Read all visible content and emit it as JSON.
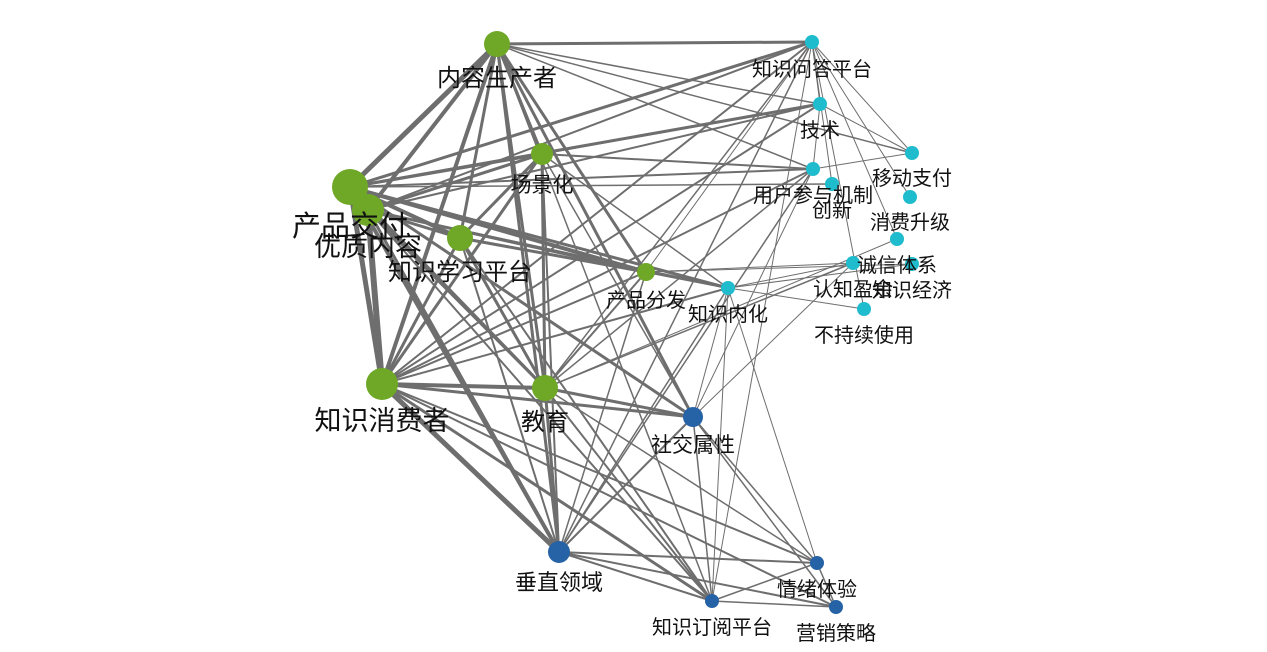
{
  "colors": {
    "group1": "#6fa827",
    "group2": "#1ebccd",
    "group3": "#2662a6",
    "edge": "#6e6e6e"
  },
  "nodes": [
    {
      "id": "neirong",
      "label": "内容生产者",
      "group": 1
    },
    {
      "id": "changjing",
      "label": "场景化",
      "group": 1
    },
    {
      "id": "chanpinjiaofu",
      "label": "产品交付",
      "group": 1
    },
    {
      "id": "youzhi",
      "label": "优质内容",
      "group": 1
    },
    {
      "id": "xuexi",
      "label": "知识学习平台",
      "group": 1
    },
    {
      "id": "fenfa",
      "label": "产品分发",
      "group": 1
    },
    {
      "id": "xiaofeizhe",
      "label": "知识消费者",
      "group": 1
    },
    {
      "id": "jiaoyu",
      "label": "教育",
      "group": 1
    },
    {
      "id": "wenda",
      "label": "知识问答平台",
      "group": 2
    },
    {
      "id": "jishu",
      "label": "技术",
      "group": 2
    },
    {
      "id": "yidong",
      "label": "移动支付",
      "group": 2
    },
    {
      "id": "canyu",
      "label": "用户参与机制",
      "group": 2
    },
    {
      "id": "chuangxin",
      "label": "创新",
      "group": 2
    },
    {
      "id": "shengji",
      "label": "消费升级",
      "group": 2
    },
    {
      "id": "chengxin",
      "label": "诚信体系",
      "group": 2
    },
    {
      "id": "yingyu",
      "label": "认知盈余",
      "group": 2
    },
    {
      "id": "jingji",
      "label": "知识经济",
      "group": 2
    },
    {
      "id": "neihua",
      "label": "知识内化",
      "group": 2
    },
    {
      "id": "buchixu",
      "label": "不持续使用",
      "group": 2
    },
    {
      "id": "shejiao",
      "label": "社交属性",
      "group": 3
    },
    {
      "id": "chuizhi",
      "label": "垂直领域",
      "group": 3
    },
    {
      "id": "qingxu",
      "label": "情绪体验",
      "group": 3
    },
    {
      "id": "dingyue",
      "label": "知识订阅平台",
      "group": 3
    },
    {
      "id": "yingxiao",
      "label": "营销策略",
      "group": 3
    }
  ],
  "edges": [
    [
      "neirong",
      "wenda",
      3
    ],
    [
      "neirong",
      "chanpinjiaofu",
      5
    ],
    [
      "neirong",
      "youzhi",
      4
    ],
    [
      "neirong",
      "xiaofeizhe",
      4
    ],
    [
      "neirong",
      "changjing",
      3
    ],
    [
      "neirong",
      "xuexi",
      3
    ],
    [
      "neirong",
      "jiaoyu",
      3
    ],
    [
      "neirong",
      "fenfa",
      3
    ],
    [
      "neirong",
      "shejiao",
      3
    ],
    [
      "neirong",
      "chuizhi",
      3
    ],
    [
      "neirong",
      "jishu",
      1.5
    ],
    [
      "neirong",
      "yidong",
      1.5
    ],
    [
      "neirong",
      "canyu",
      1.5
    ],
    [
      "neirong",
      "dingyue",
      1.5
    ],
    [
      "chanpinjiaofu",
      "youzhi",
      6
    ],
    [
      "chanpinjiaofu",
      "xiaofeizhe",
      5
    ],
    [
      "chanpinjiaofu",
      "xuexi",
      4
    ],
    [
      "chanpinjiaofu",
      "fenfa",
      4
    ],
    [
      "chanpinjiaofu",
      "wenda",
      3
    ],
    [
      "chanpinjiaofu",
      "jishu",
      3
    ],
    [
      "chanpinjiaofu",
      "changjing",
      3
    ],
    [
      "chanpinjiaofu",
      "jiaoyu",
      3
    ],
    [
      "chanpinjiaofu",
      "chuizhi",
      4
    ],
    [
      "chanpinjiaofu",
      "neihua",
      3
    ],
    [
      "chanpinjiaofu",
      "canyu",
      2
    ],
    [
      "chanpinjiaofu",
      "chuangxin",
      1.5
    ],
    [
      "chanpinjiaofu",
      "shejiao",
      3
    ],
    [
      "youzhi",
      "xiaofeizhe",
      6
    ],
    [
      "youzhi",
      "xuexi",
      3
    ],
    [
      "youzhi",
      "changjing",
      3
    ],
    [
      "youzhi",
      "fenfa",
      3
    ],
    [
      "youzhi",
      "jiaoyu",
      3
    ],
    [
      "youzhi",
      "chuizhi",
      3
    ],
    [
      "youzhi",
      "wenda",
      2
    ],
    [
      "youzhi",
      "jishu",
      2
    ],
    [
      "youzhi",
      "dingyue",
      2
    ],
    [
      "youzhi",
      "neihua",
      2
    ],
    [
      "changjing",
      "xiaofeizhe",
      3
    ],
    [
      "changjing",
      "jiaoyu",
      3
    ],
    [
      "changjing",
      "xuexi",
      3
    ],
    [
      "changjing",
      "canyu",
      2
    ],
    [
      "changjing",
      "chuizhi",
      2
    ],
    [
      "changjing",
      "shejiao",
      1.5
    ],
    [
      "changjing",
      "jishu",
      1.5
    ],
    [
      "changjing",
      "neihua",
      1.5
    ],
    [
      "xuexi",
      "xiaofeizhe",
      3
    ],
    [
      "xuexi",
      "fenfa",
      3
    ],
    [
      "xuexi",
      "jiaoyu",
      3
    ],
    [
      "xuexi",
      "chuizhi",
      2
    ],
    [
      "xuexi",
      "dingyue",
      2
    ],
    [
      "fenfa",
      "xiaofeizhe",
      2
    ],
    [
      "fenfa",
      "jiaoyu",
      2
    ],
    [
      "fenfa",
      "neihua",
      2
    ],
    [
      "fenfa",
      "chuizhi",
      1.5
    ],
    [
      "xiaofeizhe",
      "jiaoyu",
      4
    ],
    [
      "xiaofeizhe",
      "chuizhi",
      5
    ],
    [
      "xiaofeizhe",
      "shejiao",
      3
    ],
    [
      "xiaofeizhe",
      "dingyue",
      3
    ],
    [
      "xiaofeizhe",
      "qingxu",
      2
    ],
    [
      "xiaofeizhe",
      "wenda",
      2
    ],
    [
      "xiaofeizhe",
      "jishu",
      2
    ],
    [
      "xiaofeizhe",
      "canyu",
      2
    ],
    [
      "xiaofeizhe",
      "yingxiao",
      2
    ],
    [
      "xiaofeizhe",
      "neihua",
      2
    ],
    [
      "jiaoyu",
      "shejiao",
      3
    ],
    [
      "jiaoyu",
      "chuizhi",
      3
    ],
    [
      "jiaoyu",
      "dingyue",
      2
    ],
    [
      "jiaoyu",
      "wenda",
      1.5
    ],
    [
      "jiaoyu",
      "canyu",
      1.5
    ],
    [
      "jiaoyu",
      "yingyu",
      1.5
    ],
    [
      "jiaoyu",
      "qingxu",
      1.5
    ],
    [
      "chuizhi",
      "qingxu",
      2
    ],
    [
      "chuizhi",
      "dingyue",
      2
    ],
    [
      "chuizhi",
      "yingxiao",
      2
    ],
    [
      "chuizhi",
      "shejiao",
      2
    ],
    [
      "chuizhi",
      "neihua",
      1.5
    ],
    [
      "chuizhi",
      "canyu",
      1.5
    ],
    [
      "chuizhi",
      "wenda",
      1.5
    ],
    [
      "shejiao",
      "dingyue",
      1.5
    ],
    [
      "shejiao",
      "qingxu",
      1.5
    ],
    [
      "shejiao",
      "yingxiao",
      1.5
    ],
    [
      "shejiao",
      "chuizhi",
      1.5
    ],
    [
      "shejiao",
      "canyu",
      1
    ],
    [
      "dingyue",
      "qingxu",
      1.5
    ],
    [
      "dingyue",
      "yingxiao",
      1.5
    ],
    [
      "dingyue",
      "neihua",
      1
    ],
    [
      "dingyue",
      "wenda",
      1
    ],
    [
      "qingxu",
      "yingxiao",
      1.5
    ],
    [
      "qingxu",
      "neihua",
      1
    ],
    [
      "wenda",
      "jishu",
      1
    ],
    [
      "wenda",
      "yidong",
      1
    ],
    [
      "wenda",
      "shengji",
      1
    ],
    [
      "wenda",
      "chuangxin",
      1
    ],
    [
      "wenda",
      "chengxin",
      1
    ],
    [
      "wenda",
      "buchixu",
      1
    ],
    [
      "wenda",
      "fenfa",
      1
    ],
    [
      "jishu",
      "canyu",
      1
    ],
    [
      "jishu",
      "yidong",
      1
    ],
    [
      "yidong",
      "canyu",
      1
    ],
    [
      "neihua",
      "yingyu",
      1
    ],
    [
      "neihua",
      "buchixu",
      1
    ],
    [
      "neihua",
      "jingji",
      1
    ],
    [
      "neihua",
      "shejiao",
      1
    ],
    [
      "fenfa",
      "yingyu",
      1
    ],
    [
      "fenfa",
      "jingji",
      1
    ],
    [
      "chengxin",
      "jiaoyu",
      1
    ],
    [
      "yingyu",
      "shejiao",
      1
    ]
  ]
}
